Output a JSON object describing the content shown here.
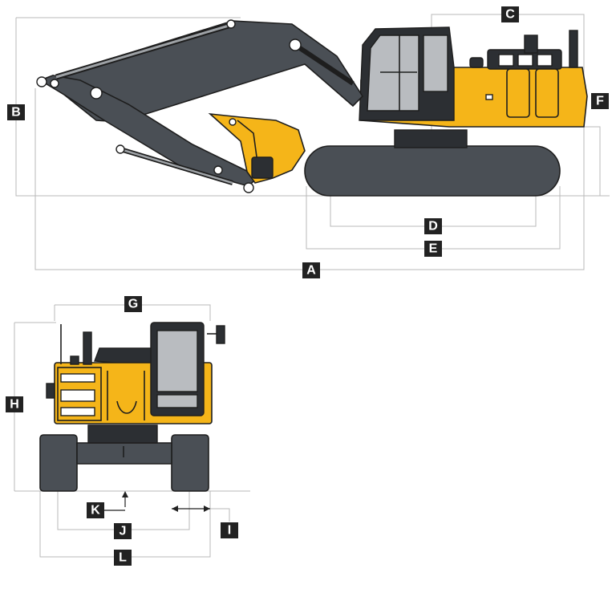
{
  "labels": {
    "A": "A",
    "B": "B",
    "C": "C",
    "D": "D",
    "E": "E",
    "F": "F",
    "G": "G",
    "H": "H",
    "I": "I",
    "J": "J",
    "K": "K",
    "L": "L"
  },
  "colors": {
    "body_yellow": "#f5b519",
    "boom_gray": "#4a4f55",
    "outline": "#1e1e1e",
    "label_bg": "#222222",
    "dimension_line": "#b8b8b8"
  }
}
